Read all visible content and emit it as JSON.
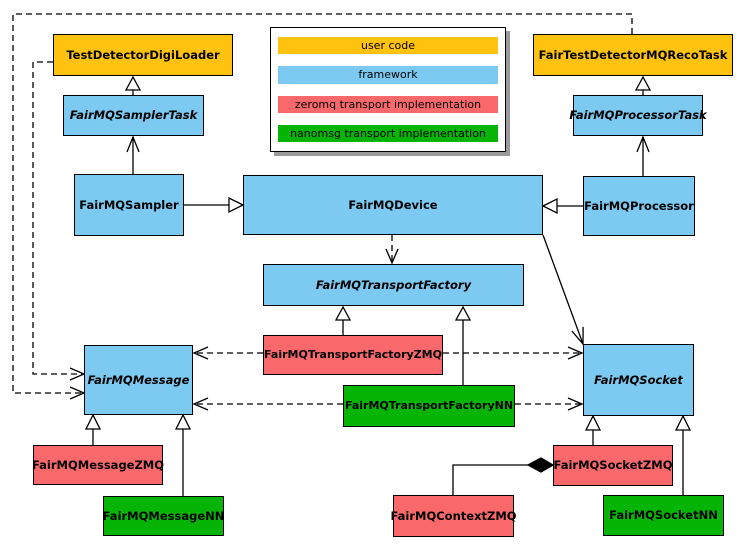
{
  "diagram": {
    "kind": "uml-class-diagram"
  },
  "legend": {
    "items": [
      {
        "label": "user code",
        "color": "#FFC20E"
      },
      {
        "label": "framework",
        "color": "#7CC9F1"
      },
      {
        "label": "zeromq transport implementation",
        "color": "#F9696B"
      },
      {
        "label": "nanomsg transport implementation",
        "color": "#06B406"
      }
    ]
  },
  "colors": {
    "user_code": "#FFC20E",
    "framework": "#7CC9F1",
    "zeromq": "#F9696B",
    "nanomsg": "#06B406",
    "line": "#000000",
    "background": "#FFFFFF"
  },
  "nodes": {
    "digiLoader": {
      "label": "TestDetectorDigiLoader",
      "color": "#FFC20E",
      "category": "user code",
      "font_style": "normal"
    },
    "recoTask": {
      "label": "FairTestDetectorMQRecoTask",
      "color": "#FFC20E",
      "category": "user code",
      "font_style": "normal"
    },
    "samplerTask": {
      "label": "FairMQSamplerTask",
      "color": "#7CC9F1",
      "category": "framework",
      "font_style": "italic"
    },
    "processorTask": {
      "label": "FairMQProcessorTask",
      "color": "#7CC9F1",
      "category": "framework",
      "font_style": "italic"
    },
    "sampler": {
      "label": "FairMQSampler",
      "color": "#7CC9F1",
      "category": "framework",
      "font_style": "normal"
    },
    "device": {
      "label": "FairMQDevice",
      "color": "#7CC9F1",
      "category": "framework",
      "font_style": "normal"
    },
    "processor": {
      "label": "FairMQProcessor",
      "color": "#7CC9F1",
      "category": "framework",
      "font_style": "normal"
    },
    "transportFactory": {
      "label": "FairMQTransportFactory",
      "color": "#7CC9F1",
      "category": "framework",
      "font_style": "italic"
    },
    "transportFactoryZMQ": {
      "label": "FairMQTransportFactoryZMQ",
      "color": "#F9696B",
      "category": "zeromq",
      "font_style": "normal"
    },
    "transportFactoryNN": {
      "label": "FairMQTransportFactoryNN",
      "color": "#06B406",
      "category": "nanomsg",
      "font_style": "normal"
    },
    "message": {
      "label": "FairMQMessage",
      "color": "#7CC9F1",
      "category": "framework",
      "font_style": "italic"
    },
    "socket": {
      "label": "FairMQSocket",
      "color": "#7CC9F1",
      "category": "framework",
      "font_style": "italic"
    },
    "messageZMQ": {
      "label": "FairMQMessageZMQ",
      "color": "#F9696B",
      "category": "zeromq",
      "font_style": "normal"
    },
    "messageNN": {
      "label": "FairMQMessageNN",
      "color": "#06B406",
      "category": "nanomsg",
      "font_style": "normal"
    },
    "contextZMQ": {
      "label": "FairMQContextZMQ",
      "color": "#F9696B",
      "category": "zeromq",
      "font_style": "normal"
    },
    "socketZMQ": {
      "label": "FairMQSocketZMQ",
      "color": "#F9696B",
      "category": "zeromq",
      "font_style": "normal"
    },
    "socketNN": {
      "label": "FairMQSocketNN",
      "color": "#06B406",
      "category": "nanomsg",
      "font_style": "normal"
    }
  },
  "relationships": [
    {
      "from": "FairMQSamplerTask",
      "to": "TestDetectorDigiLoader",
      "type": "generalization"
    },
    {
      "from": "FairMQProcessorTask",
      "to": "FairTestDetectorMQRecoTask",
      "type": "generalization"
    },
    {
      "from": "FairMQSampler",
      "to": "FairMQSamplerTask",
      "type": "association"
    },
    {
      "from": "FairMQProcessor",
      "to": "FairMQProcessorTask",
      "type": "association"
    },
    {
      "from": "FairMQSampler",
      "to": "FairMQDevice",
      "type": "generalization"
    },
    {
      "from": "FairMQProcessor",
      "to": "FairMQDevice",
      "type": "generalization"
    },
    {
      "from": "FairMQDevice",
      "to": "FairMQTransportFactory",
      "type": "dependency"
    },
    {
      "from": "FairMQDevice",
      "to": "FairMQSocket",
      "type": "association"
    },
    {
      "from": "FairMQTransportFactoryZMQ",
      "to": "FairMQTransportFactory",
      "type": "generalization"
    },
    {
      "from": "FairMQTransportFactoryNN",
      "to": "FairMQTransportFactory",
      "type": "generalization"
    },
    {
      "from": "FairMQTransportFactoryZMQ",
      "to": "FairMQMessage",
      "type": "dependency"
    },
    {
      "from": "FairMQTransportFactoryZMQ",
      "to": "FairMQSocket",
      "type": "dependency"
    },
    {
      "from": "FairMQTransportFactoryNN",
      "to": "FairMQMessage",
      "type": "dependency"
    },
    {
      "from": "FairMQTransportFactoryNN",
      "to": "FairMQSocket",
      "type": "dependency"
    },
    {
      "from": "TestDetectorDigiLoader",
      "to": "FairMQMessage",
      "type": "dependency"
    },
    {
      "from": "FairTestDetectorMQRecoTask",
      "to": "FairMQMessage",
      "type": "dependency"
    },
    {
      "from": "FairMQMessageZMQ",
      "to": "FairMQMessage",
      "type": "generalization"
    },
    {
      "from": "FairMQMessageNN",
      "to": "FairMQMessage",
      "type": "generalization"
    },
    {
      "from": "FairMQSocketZMQ",
      "to": "FairMQSocket",
      "type": "generalization"
    },
    {
      "from": "FairMQSocketNN",
      "to": "FairMQSocket",
      "type": "generalization"
    },
    {
      "from": "FairMQContextZMQ",
      "to": "FairMQSocketZMQ",
      "type": "composition"
    }
  ]
}
